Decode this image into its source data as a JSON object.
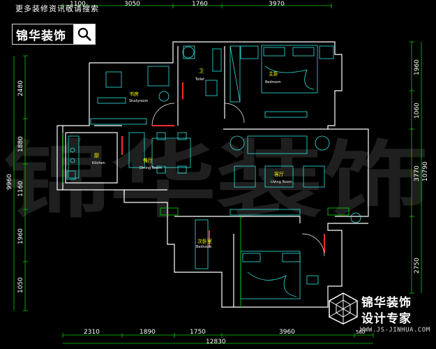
{
  "header": {
    "banner": "更多装修资讯敬请搜索",
    "logo_text": "锦华装饰"
  },
  "watermark": "锦华装饰",
  "corner_brand": {
    "name": "锦华装饰",
    "slogan": "设计专家",
    "url": "WWW.JS-JINHUA.COM"
  },
  "dimensions": {
    "top": [
      "1100",
      "3050",
      "1760",
      "3970"
    ],
    "bottom": [
      "2310",
      "1890",
      "1750",
      "3960",
      "560"
    ],
    "bottom_total": "12830",
    "left": [
      "2480",
      "1880",
      "1160",
      "1960",
      "1050"
    ],
    "left_total": "9960",
    "right": [
      "1960",
      "1060",
      "3770",
      "2750"
    ],
    "right_total": "10790"
  },
  "rooms": {
    "master_bedroom": {
      "cn": "主卧",
      "en": "Bedroom"
    },
    "study": {
      "cn": "书房",
      "en": "Studyroom"
    },
    "toilet": {
      "cn": "卫",
      "en": "Toilet"
    },
    "kitchen": {
      "cn": "厨",
      "en": "Kitchen"
    },
    "dining": {
      "cn": "餐厅",
      "en": "Dining Room"
    },
    "living": {
      "cn": "客厅",
      "en": "Living Room"
    },
    "second_bedroom": {
      "cn": "次卧室",
      "en": "Bedroom"
    }
  },
  "colors": {
    "wall": "#ffffff",
    "furniture": "#2fe6e0",
    "fixture": "#00e000",
    "door": "#ff2a2a",
    "label": "#ffff00",
    "dimension": "#00d000"
  }
}
